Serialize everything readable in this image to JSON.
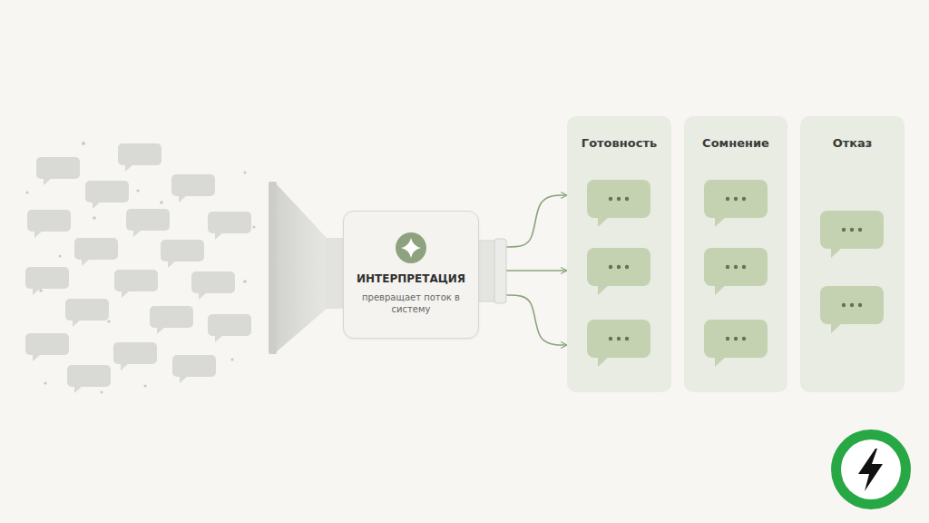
{
  "diagram": {
    "nodes": [
      {
        "text": [
          "ИНТЕРПРЕТАЦИЯ",
          "превращает поток в систему"
        ]
      },
      {
        "text": [
          "Готовность"
        ]
      },
      {
        "text": [
          "Сомнение"
        ]
      },
      {
        "text": [
          "Отказ"
        ]
      }
    ],
    "edges": [
      {
        "from": 0,
        "to": 1,
        "arrow": "to"
      },
      {
        "from": 0,
        "to": 1,
        "arrow": "to"
      },
      {
        "from": 0,
        "to": 1,
        "arrow": "to"
      }
    ]
  }
}
